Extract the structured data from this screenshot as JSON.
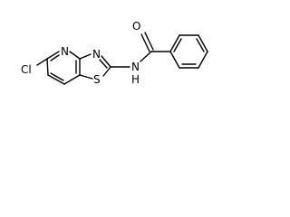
{
  "molecule": {
    "atoms": {
      "chlorine": "Cl",
      "pyridine_nitrogen": "N",
      "thiazole_nitrogen": "N",
      "sulfur": "S",
      "amide_nitrogen": "N",
      "amide_hydrogen": "H",
      "carbonyl_oxygen": "O"
    }
  }
}
